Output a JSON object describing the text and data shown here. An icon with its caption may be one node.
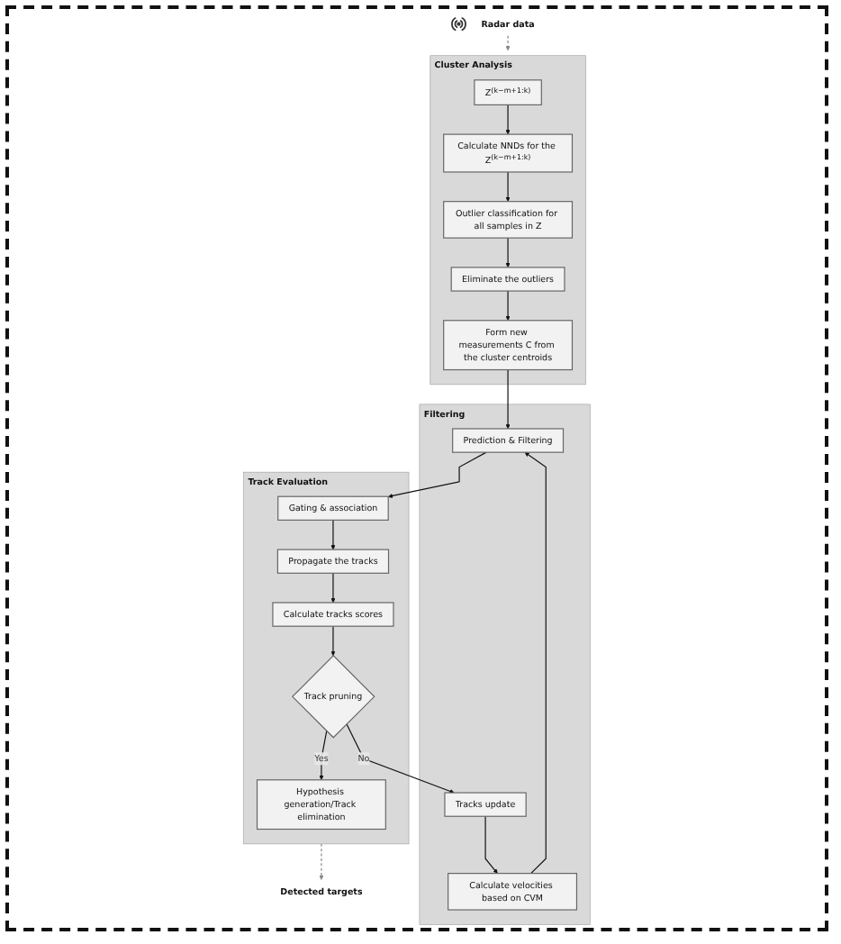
{
  "diagram": {
    "nodes": [
      {
        "text": [
          "Radar data"
        ]
      },
      {
        "text": [
          "Cluster Analysis"
        ]
      },
      {
        "text": [
          "Z$^{(k−m+1:k)}$"
        ],
        "in": 1
      },
      {
        "text": [
          "Calculate NNDs for the Z$^{(k−m+1:k)}$"
        ],
        "in": 1
      },
      {
        "text": [
          "Outlier classification for all samples in Z"
        ],
        "in": 1
      },
      {
        "text": [
          "Eliminate the outliers"
        ],
        "in": 1
      },
      {
        "text": [
          "Form new measurements C from the cluster centroids"
        ],
        "in": 1
      },
      {
        "text": [
          "Filtering"
        ]
      },
      {
        "text": [
          "Tracks update"
        ],
        "in": 7
      },
      {
        "text": [
          "Calculate velocities based on CVM"
        ],
        "in": 7
      },
      {
        "text": [
          "Prediction & Filtering"
        ],
        "in": 7
      },
      {
        "text": [
          "Track Evaluation"
        ]
      },
      {
        "text": [
          "Hypothesis generation/Track elimination"
        ],
        "in": 11
      },
      {
        "text": [
          "Track pruning"
        ],
        "in": 11
      },
      {
        "text": [
          "Calculate tracks scores"
        ],
        "in": 11
      },
      {
        "text": [
          "Propagate the tracks"
        ],
        "in": 11
      },
      {
        "text": [
          "Gating & association"
        ],
        "in": 11
      },
      {
        "text": [
          "Detected targets"
        ]
      }
    ],
    "edges": [
      {
        "from": 0,
        "to": 1,
        "arrow": "to",
        "style": "dashed",
        "color": "#888888"
      },
      {
        "from": 2,
        "to": 3,
        "arrow": "to"
      },
      {
        "from": 3,
        "to": 4,
        "arrow": "to"
      },
      {
        "from": 4,
        "to": 5,
        "arrow": "to"
      },
      {
        "from": 5,
        "to": 6,
        "arrow": "to"
      },
      {
        "from": 6,
        "to": 10,
        "arrow": "to"
      },
      {
        "from": 8,
        "to": 9,
        "arrow": "to"
      },
      {
        "from": 9,
        "to": 10,
        "arrow": "to"
      },
      {
        "from": 10,
        "to": 16,
        "arrow": "to"
      },
      {
        "from": 16,
        "to": 15,
        "arrow": "to"
      },
      {
        "from": 15,
        "to": 14,
        "arrow": "to"
      },
      {
        "from": 14,
        "to": 13,
        "arrow": "to"
      },
      {
        "from": 13,
        "to": 12,
        "arrow": "to",
        "label": "Yes"
      },
      {
        "from": 13,
        "to": 8,
        "arrow": "to",
        "label": "No"
      },
      {
        "from": 11,
        "to": 17,
        "arrow": "to",
        "style": "dashed",
        "color": "#888888"
      }
    ]
  }
}
